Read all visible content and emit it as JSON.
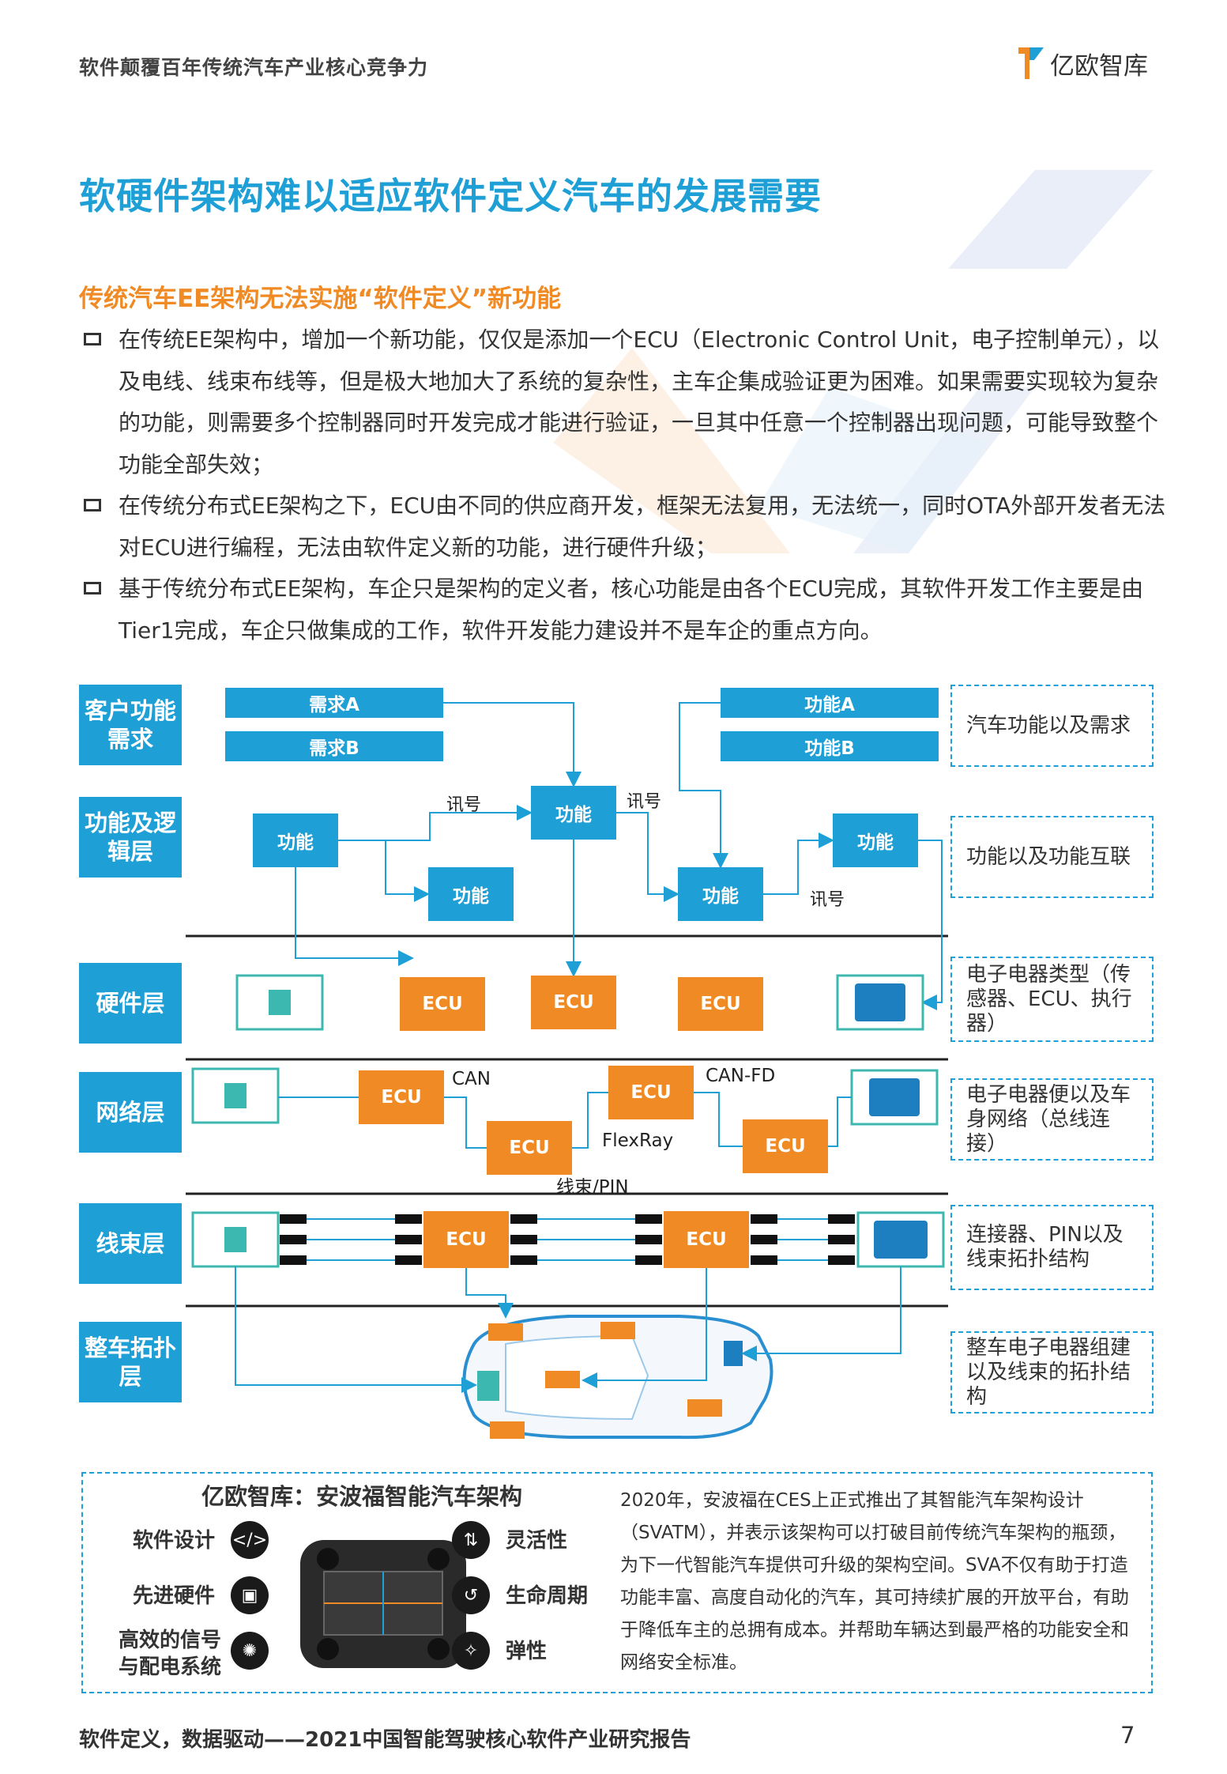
{
  "header": {
    "title": "软件颠覆百年传统汽车产业核心竞争力",
    "logo_text": "亿欧智库"
  },
  "page_title": "软硬件架构难以适应软件定义汽车的发展需要",
  "section_title": "传统汽车EE架构无法实施“软件定义”新功能",
  "bullets": [
    "在传统EE架构中，增加一个新功能，仅仅是添加一个ECU（Electronic Control Unit，电子控制单元），以及电线、线束布线等，但是极大地加大了系统的复杂性，主车企集成验证更为困难。如果需要实现较为复杂的功能，则需要多个控制器同时开发完成才能进行验证，一旦其中任意一个控制器出现问题，可能导致整个功能全部失效；",
    "在传统分布式EE架构之下，ECU由不同的供应商开发，框架无法复用，无法统一，同时OTA外部开发者无法对ECU进行编程，无法由软件定义新的功能，进行硬件升级；",
    "基于传统分布式EE架构，车企只是架构的定义者，核心功能是由各个ECU完成，其软件开发工作主要是由Tier1完成，车企只做集成的工作，软件开发能力建设并不是车企的重点方向。"
  ],
  "diagram": {
    "layers": [
      "客户功能需求",
      "功能及逻辑层",
      "硬件层",
      "网络层",
      "线束层",
      "整车拓扑层"
    ],
    "info": [
      "汽车功能以及需求",
      "功能以及功能互联",
      "电子电器类型（传感器、ECU、执行器）",
      "电子电器便以及车身网络（总线连接）",
      "连接器、PIN以及线束拓扑结构",
      "整车电子电器组建以及线束的拓扑结构"
    ],
    "req_a": "需求A",
    "req_b": "需求B",
    "func_a": "功能A",
    "func_b": "功能B",
    "func": "功能",
    "signal": "讯号",
    "ecu": "ECU",
    "can": "CAN",
    "can_fd": "CAN-FD",
    "flexray": "FlexRay",
    "harness_pin": "线束/PIN",
    "colors": {
      "blue": "#1E9FD5",
      "orange": "#F08A24",
      "teal": "#3DB8B0"
    }
  },
  "bottom": {
    "title": "亿欧智库：安波福智能汽车架构",
    "left_labels": [
      "软件设计",
      "先进硬件",
      "高效的信号与配电系统"
    ],
    "right_labels": [
      "灵活性",
      "生命周期",
      "弹性"
    ],
    "description": "2020年，安波福在CES上正式推出了其智能汽车架构设计（SVATM），并表示该架构可以打破目前传统汽车架构的瓶颈，为下一代智能汽车提供可升级的架构空间。SVA不仅有助于打造功能丰富、高度自动化的汽车，其可持续扩展的开放平台，有助于降低车主的总拥有成本。并帮助车辆达到最严格的功能安全和网络安全标准。"
  },
  "footer": {
    "text": "软件定义，数据驱动——2021中国智能驾驶核心软件产业研究报告",
    "page": "7"
  }
}
